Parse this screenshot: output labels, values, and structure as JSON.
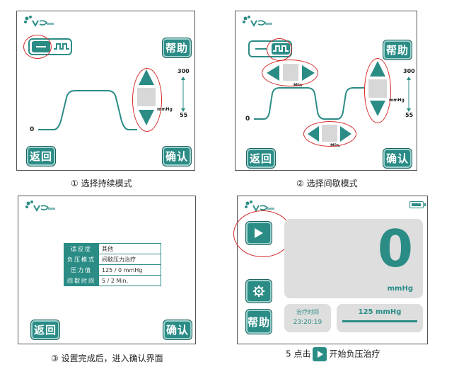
{
  "panel1": {
    "help_label": "帮助",
    "back_label": "返回",
    "confirm_label": "确认",
    "axis_top": "300",
    "axis_bottom": "55",
    "axis_unit": "mmHg",
    "zero_label": "0",
    "caption": "① 选择持续模式"
  },
  "panel2": {
    "help_label": "帮助",
    "back_label": "返回",
    "confirm_label": "确认",
    "axis_top": "300",
    "axis_bottom": "55",
    "axis_unit": "mmHg",
    "zero_label": "0",
    "min_label_upper": "Min",
    "min_label_lower": "Min.",
    "caption": "② 选择间歇模式"
  },
  "panel3": {
    "table": [
      {
        "key": "适应症",
        "value": "其他"
      },
      {
        "key": "负压模式",
        "value": "间歇压力治疗"
      },
      {
        "key": "压力值",
        "value": "125 / 0 mmHg"
      },
      {
        "key": "间歇时间",
        "value": "5 / 2 Min."
      }
    ],
    "back_label": "返回",
    "confirm_label": "确认",
    "caption": "③ 设置完成后，进入确认界面"
  },
  "panel4": {
    "big_value": "0",
    "big_unit": "mmHg",
    "help_label": "帮助",
    "time_label": "治疗时间",
    "time_value": "23:20:19",
    "pressure_value": "125 mmHg",
    "caption_before": "5 点击",
    "caption_after": "开始负压治疗"
  },
  "colors": {
    "teal": "#2b8c86",
    "highlight_red": "#d42a2a",
    "panel_gray": "#dedede"
  },
  "icons": [
    "vsd-logo",
    "continuous-mode-icon",
    "intermittent-mode-icon",
    "arrow-up-icon",
    "arrow-down-icon",
    "arrow-left-icon",
    "arrow-right-icon",
    "play-icon",
    "gear-icon",
    "battery-icon"
  ]
}
